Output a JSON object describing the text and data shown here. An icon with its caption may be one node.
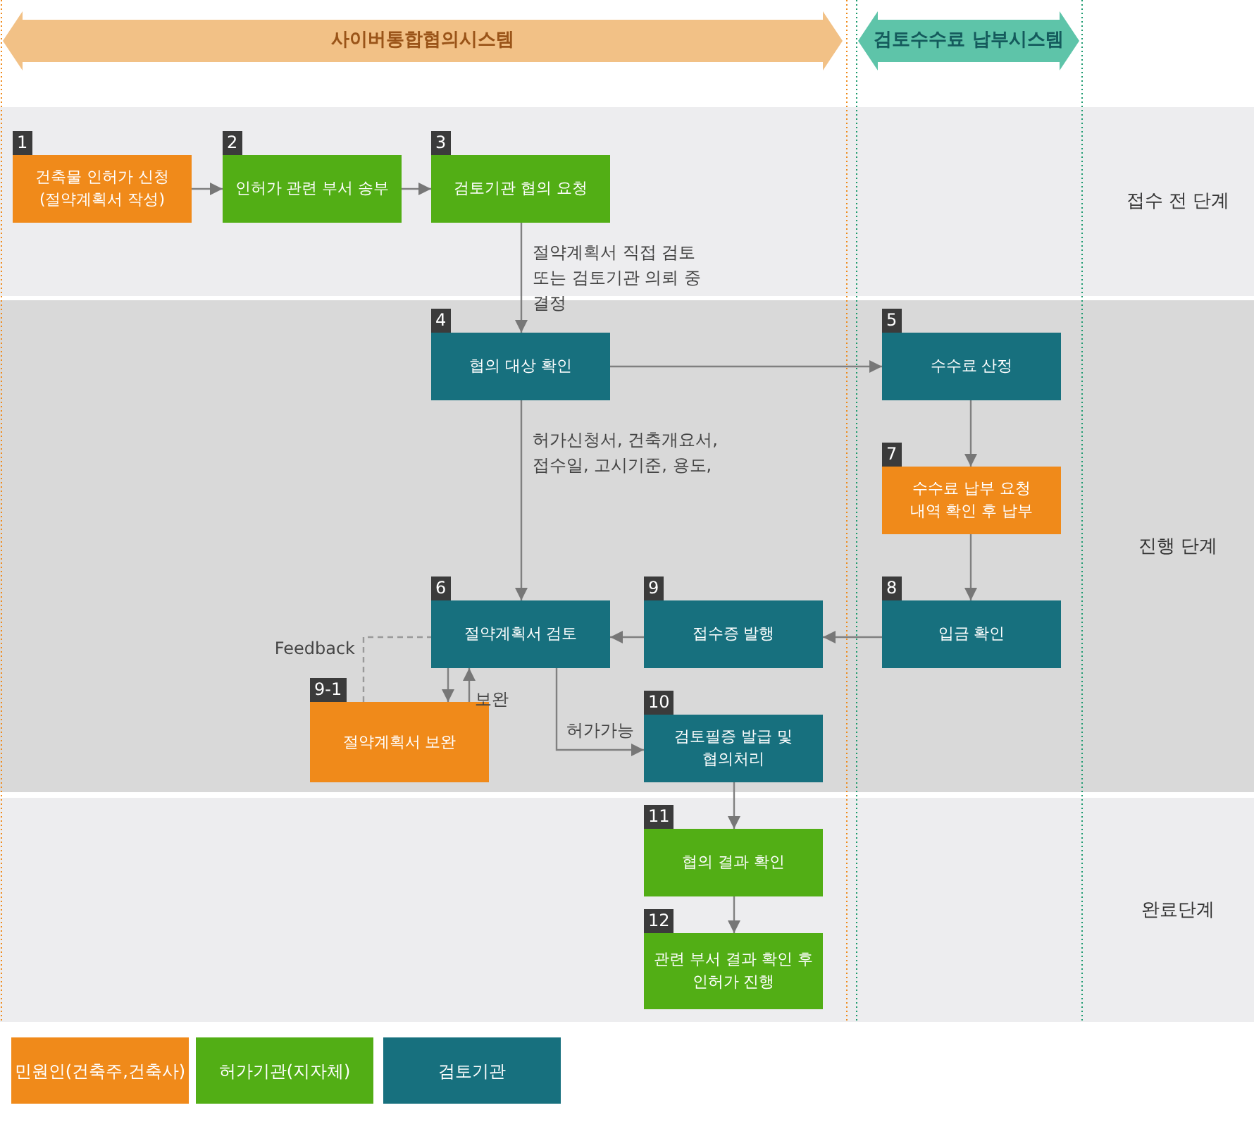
{
  "diagram": {
    "nodes": [
      {
        "text": [
          "사이버통합협의시스템"
        ]
      },
      {
        "text": [
          "검토수수료 납부시스템"
        ]
      },
      {
        "text": [
          "접수 전 단계"
        ]
      },
      {
        "text": [
          "1",
          "건축물 인허가 신청 (절약계획서 작성)"
        ],
        "in": 2
      },
      {
        "text": [
          "2",
          "인허가 관련 부서 송부"
        ],
        "in": 2
      },
      {
        "text": [
          "3",
          "검토기관 협의 요청"
        ],
        "in": 2
      },
      {
        "text": [
          "진행 단계"
        ]
      },
      {
        "text": [
          "4",
          "협의 대상 확인"
        ],
        "in": 6
      },
      {
        "text": [
          "5",
          "수수료 산정"
        ],
        "in": 6
      },
      {
        "text": [
          "7",
          "수수료 납부 요청 내역 확인 후 납부"
        ],
        "in": 6
      },
      {
        "text": [
          "6",
          "절약계획서 검토"
        ],
        "in": 6
      },
      {
        "text": [
          "9",
          "접수증 발행"
        ],
        "in": 6
      },
      {
        "text": [
          "8",
          "입금 확인"
        ],
        "in": 6
      },
      {
        "text": [
          "9-1",
          "절약계획서 보완"
        ],
        "in": 6
      },
      {
        "text": [
          "10",
          "검토필증 발급 및 협의처리"
        ],
        "in": 6
      },
      {
        "text": [
          "완료단계"
        ]
      },
      {
        "text": [
          "11",
          "협의 결과 확인"
        ],
        "in": 15
      },
      {
        "text": [
          "12",
          "관련 부서 결과 확인 후 인허가 진행"
        ],
        "in": 15
      }
    ],
    "edges": [
      {
        "from": 3,
        "to": 4,
        "arrow": "to"
      },
      {
        "from": 4,
        "to": 5,
        "arrow": "to"
      },
      {
        "from": 5,
        "to": 7,
        "arrow": "to",
        "label": "절약계획서 직접 검토 또는 검토기관 의뢰 중 결정"
      },
      {
        "from": 7,
        "to": 8,
        "arrow": "to"
      },
      {
        "from": 8,
        "to": 9,
        "arrow": "to"
      },
      {
        "from": 9,
        "to": 12,
        "arrow": "to"
      },
      {
        "from": 12,
        "to": 11,
        "arrow": "to"
      },
      {
        "from": 11,
        "to": 10,
        "arrow": "to"
      },
      {
        "from": 7,
        "to": 10,
        "arrow": "to",
        "label": "허가신청서, 건축개요서, 접수일, 고시기준, 용도,"
      },
      {
        "from": 10,
        "to": 13,
        "arrow": "to"
      },
      {
        "from": 13,
        "to": 10,
        "arrow": "to",
        "label": "보완"
      },
      {
        "from": 13,
        "to": 10,
        "arrow": "none",
        "label": "Feedback",
        "style": "dashed"
      },
      {
        "from": 10,
        "to": 14,
        "arrow": "to",
        "label": "허가가능"
      },
      {
        "from": 14,
        "to": 16,
        "arrow": "to"
      },
      {
        "from": 16,
        "to": 17,
        "arrow": "to"
      }
    ],
    "legend": [
      {
        "text": "민원인(건축주,건축사)",
        "color": "#f08a1a"
      },
      {
        "text": "허가기관(지자체)",
        "color": "#52ae15"
      },
      {
        "text": "검토기관",
        "color": "#17707e"
      }
    ]
  }
}
